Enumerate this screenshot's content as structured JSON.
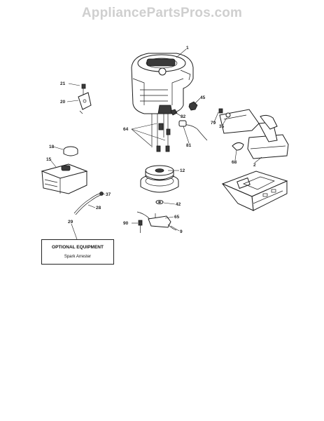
{
  "watermark": "AppliancePartsPros.com",
  "callouts": {
    "c1": "1",
    "c21": "21",
    "c20": "20",
    "c45": "45",
    "c82": "82",
    "c64": "64",
    "c81": "81",
    "c79": "79",
    "c35": "35",
    "c68": "68",
    "c2": "2",
    "c18": "18",
    "c15": "15",
    "c12": "12",
    "c37": "37",
    "c28": "28",
    "c42": "42",
    "c65": "65",
    "c90": "90",
    "c9": "9",
    "c29": "29"
  },
  "optional_box": {
    "title": "OPTIONAL EQUIPMENT",
    "item": "Spark Arrester"
  },
  "icons": [
    "engine",
    "muffler",
    "fuel-tank",
    "pulley",
    "mounting-plate",
    "bracket",
    "fuel-line",
    "gas-cap"
  ]
}
